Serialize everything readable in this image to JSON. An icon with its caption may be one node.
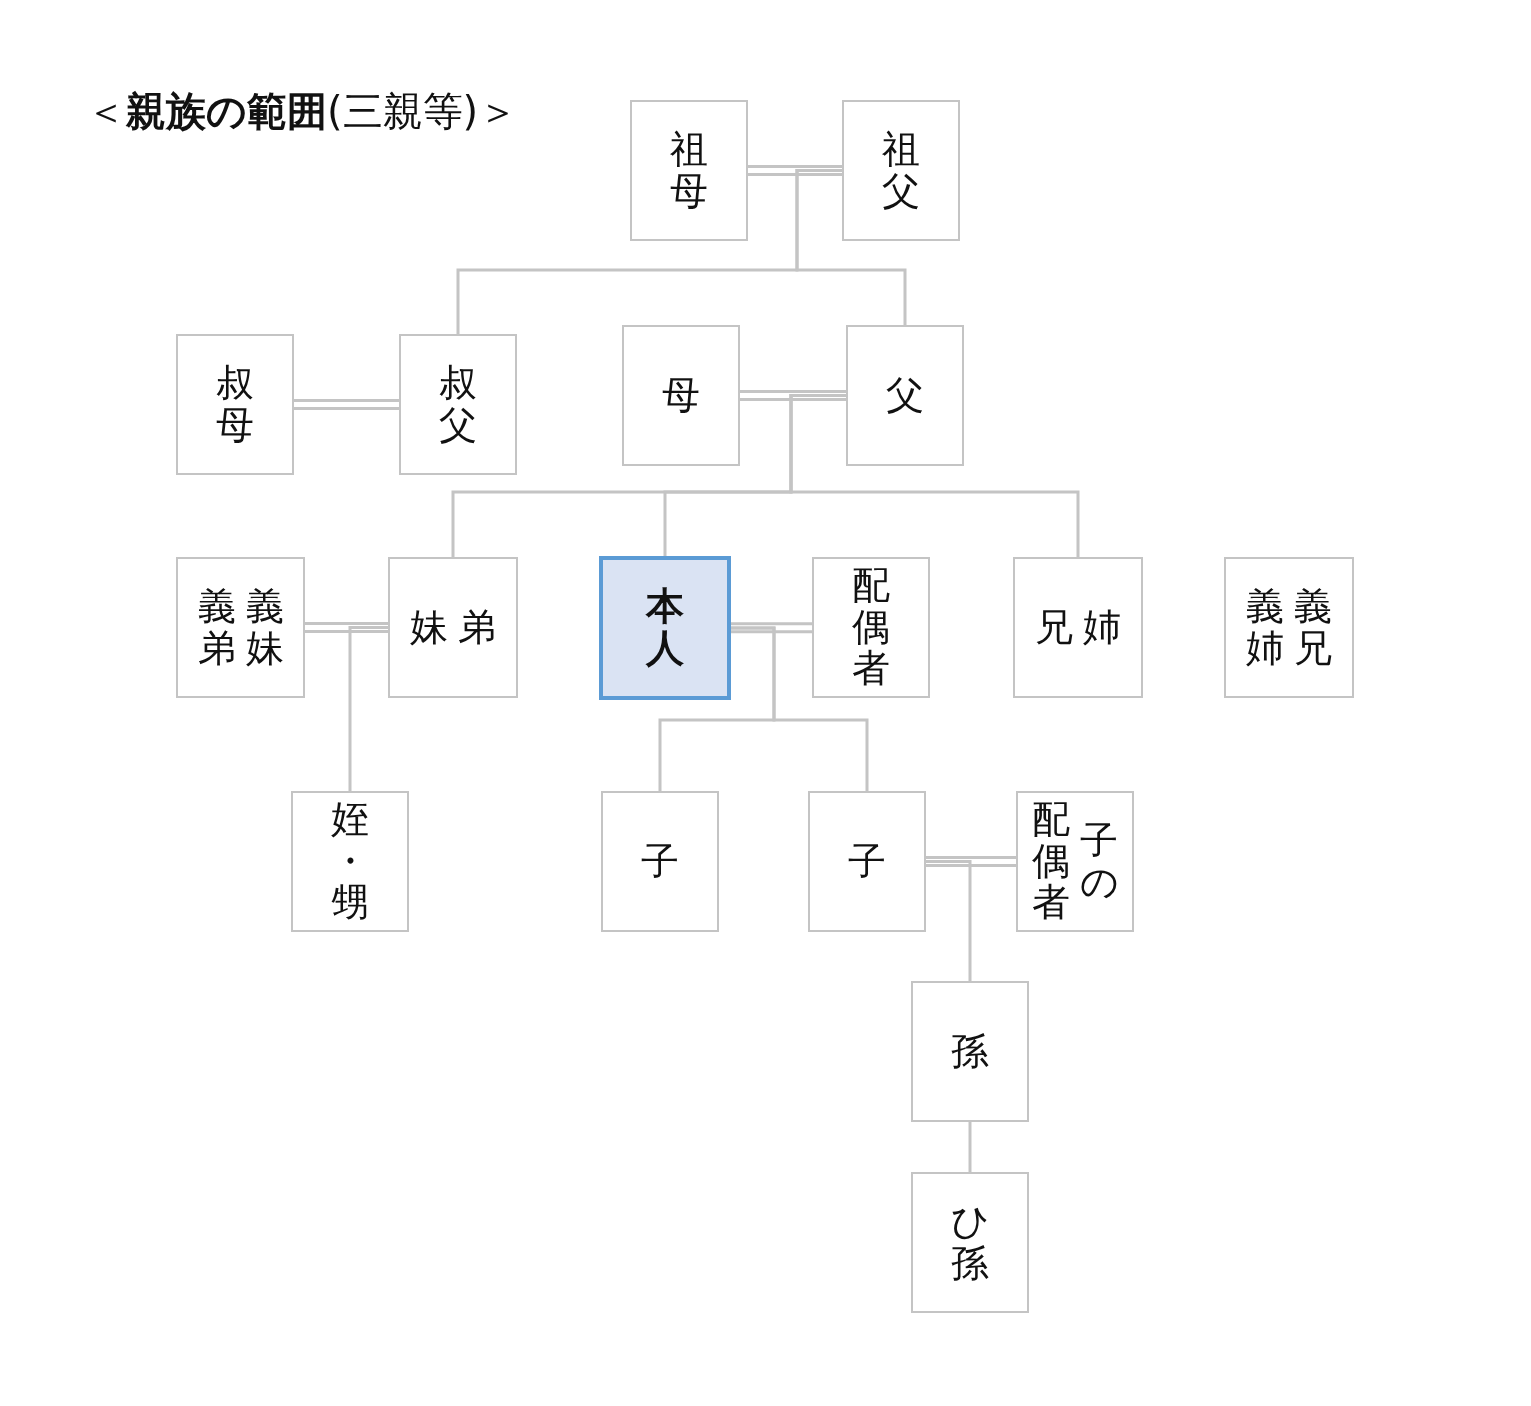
{
  "diagram": {
    "title": "＜**親族の範囲**(三親等)＞",
    "nodes": [
      {
        "text": [
          "祖母"
        ]
      },
      {
        "text": [
          "祖父"
        ]
      },
      {
        "text": [
          "叔母"
        ]
      },
      {
        "text": [
          "叔父"
        ]
      },
      {
        "text": [
          "母"
        ]
      },
      {
        "text": [
          "父"
        ]
      },
      {
        "text": [
          "義弟",
          "義妹"
        ]
      },
      {
        "text": [
          "妹",
          "弟"
        ]
      },
      {
        "text": [
          "本人"
        ]
      },
      {
        "text": [
          "配偶者"
        ]
      },
      {
        "text": [
          "兄",
          "姉"
        ]
      },
      {
        "text": [
          "義姉",
          "義兄"
        ]
      },
      {
        "text": [
          "姪・甥"
        ]
      },
      {
        "text": [
          "子"
        ]
      },
      {
        "text": [
          "子"
        ]
      },
      {
        "text": [
          "配偶者",
          "子の"
        ]
      },
      {
        "text": [
          "孫"
        ]
      },
      {
        "text": [
          "ひ孫"
        ]
      }
    ],
    "edges": [
      {
        "from": 0,
        "to": 1,
        "arrow": "none"
      },
      {
        "from": 1,
        "to": 3,
        "arrow": "none"
      },
      {
        "from": 1,
        "to": 5,
        "arrow": "none"
      },
      {
        "from": 2,
        "to": 3,
        "arrow": "none"
      },
      {
        "from": 4,
        "to": 5,
        "arrow": "none"
      },
      {
        "from": 5,
        "to": 7,
        "arrow": "none"
      },
      {
        "from": 5,
        "to": 8,
        "arrow": "none"
      },
      {
        "from": 5,
        "to": 10,
        "arrow": "none"
      },
      {
        "from": 6,
        "to": 7,
        "arrow": "none"
      },
      {
        "from": 7,
        "to": 12,
        "arrow": "none"
      },
      {
        "from": 8,
        "to": 9,
        "arrow": "none"
      },
      {
        "from": 8,
        "to": 13,
        "arrow": "none"
      },
      {
        "from": 8,
        "to": 14,
        "arrow": "none"
      },
      {
        "from": 14,
        "to": 15,
        "arrow": "none"
      },
      {
        "from": 14,
        "to": 16,
        "arrow": "none"
      },
      {
        "from": 16,
        "to": 17,
        "arrow": "none"
      }
    ]
  }
}
